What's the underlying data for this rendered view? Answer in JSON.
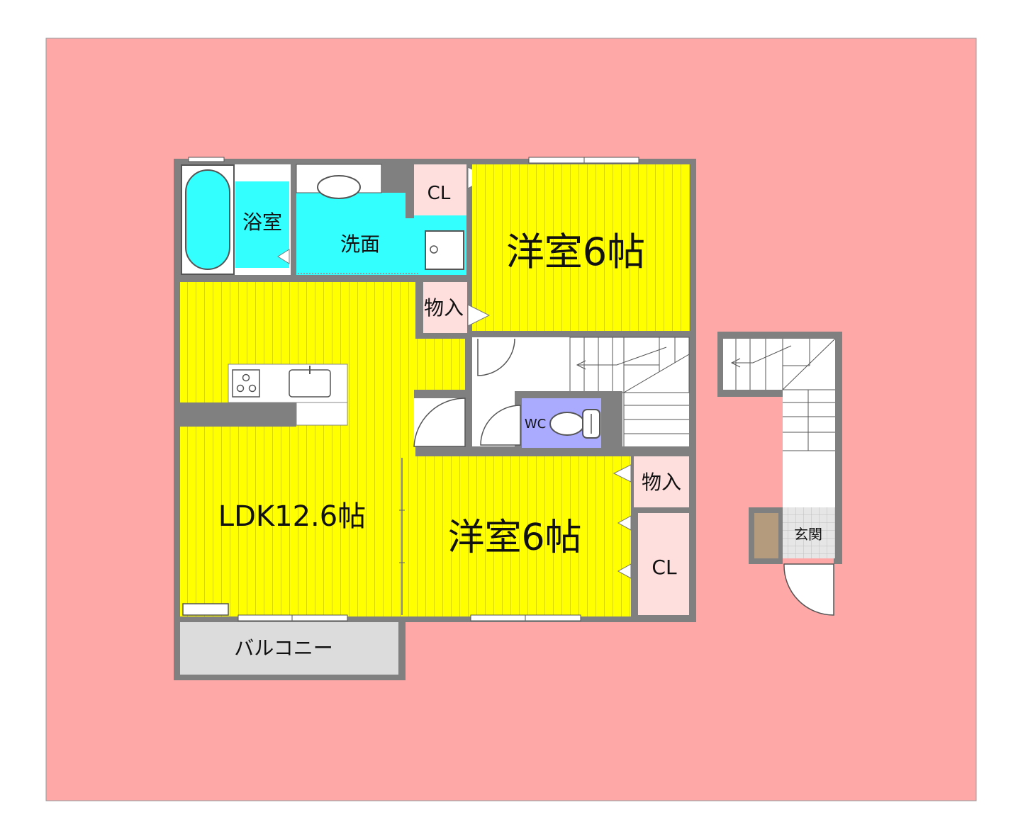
{
  "rooms": {
    "bath": "浴室",
    "wash": "洗面",
    "cl_top": "CL",
    "western_top": "洋室6帖",
    "storage_mid": "物入",
    "ldk": "LDK12.6帖",
    "western_bottom": "洋室6帖",
    "storage_right": "物入",
    "cl_right": "CL",
    "wc": "WC",
    "entrance": "玄関",
    "balcony": "バルコニー"
  },
  "colors": {
    "background": "#ffffff",
    "site": "#ffa8a8",
    "wall": "#808080",
    "yellow": "#ffff00",
    "cyan": "#33ffff",
    "wc": "#aaaaff",
    "closet": "#ffdede",
    "balcony": "#dcdcdc",
    "entrance_dark": "#b49b7d",
    "entrance_tile": "#e6e6e6",
    "white_floor": "#ffffff"
  }
}
